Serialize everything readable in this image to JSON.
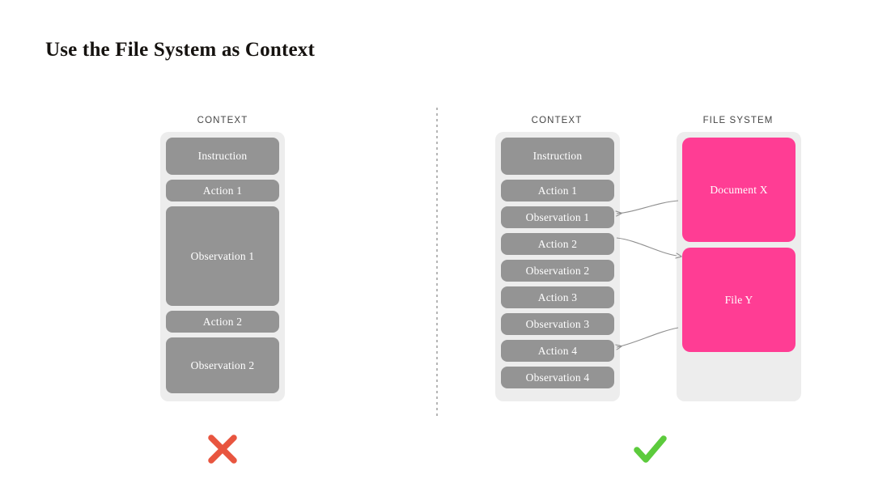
{
  "slide": {
    "title": "Use the File System as Context"
  },
  "colors": {
    "background": "#ffffff",
    "block_gray": "#949494",
    "container_gray": "#ededed",
    "file_pink": "#ff3d94",
    "cross_red": "#e8553f",
    "check_green": "#5ccb3c",
    "header_text": "#454545",
    "title_text": "#15120f",
    "connector_line": "#8f8f8f",
    "divider": "#b6b6b6"
  },
  "left_panel": {
    "header": "CONTEXT",
    "verdict_icon": "cross-icon",
    "blocks": [
      {
        "label": "Instruction",
        "height": 46
      },
      {
        "label": "Action 1",
        "height": 27
      },
      {
        "label": "Observation 1",
        "height": 123
      },
      {
        "label": "Action 2",
        "height": 27
      },
      {
        "label": "Observation 2",
        "height": 69
      }
    ]
  },
  "right_panel": {
    "header": "CONTEXT",
    "verdict_icon": "check-icon",
    "blocks": [
      {
        "label": "Instruction",
        "height": 46
      },
      {
        "label": "Action 1",
        "height": 27
      },
      {
        "label": "Observation 1",
        "height": 27
      },
      {
        "label": "Action 2",
        "height": 27
      },
      {
        "label": "Observation 2",
        "height": 27
      },
      {
        "label": "Action 3",
        "height": 27
      },
      {
        "label": "Observation 3",
        "height": 27
      },
      {
        "label": "Action 4",
        "height": 27
      },
      {
        "label": "Observation 4",
        "height": 27
      }
    ]
  },
  "file_system": {
    "header": "FILE SYSTEM",
    "blocks": [
      {
        "label": "Document X",
        "height": 129
      },
      {
        "label": "File Y",
        "height": 129
      }
    ]
  },
  "connectors": [
    {
      "from": "Document X",
      "to": "Observation 1",
      "direction": "to-context"
    },
    {
      "from": "Action 2",
      "to": "File Y",
      "direction": "to-filesystem"
    },
    {
      "from": "File Y",
      "to": "Action 4",
      "direction": "to-context"
    }
  ]
}
